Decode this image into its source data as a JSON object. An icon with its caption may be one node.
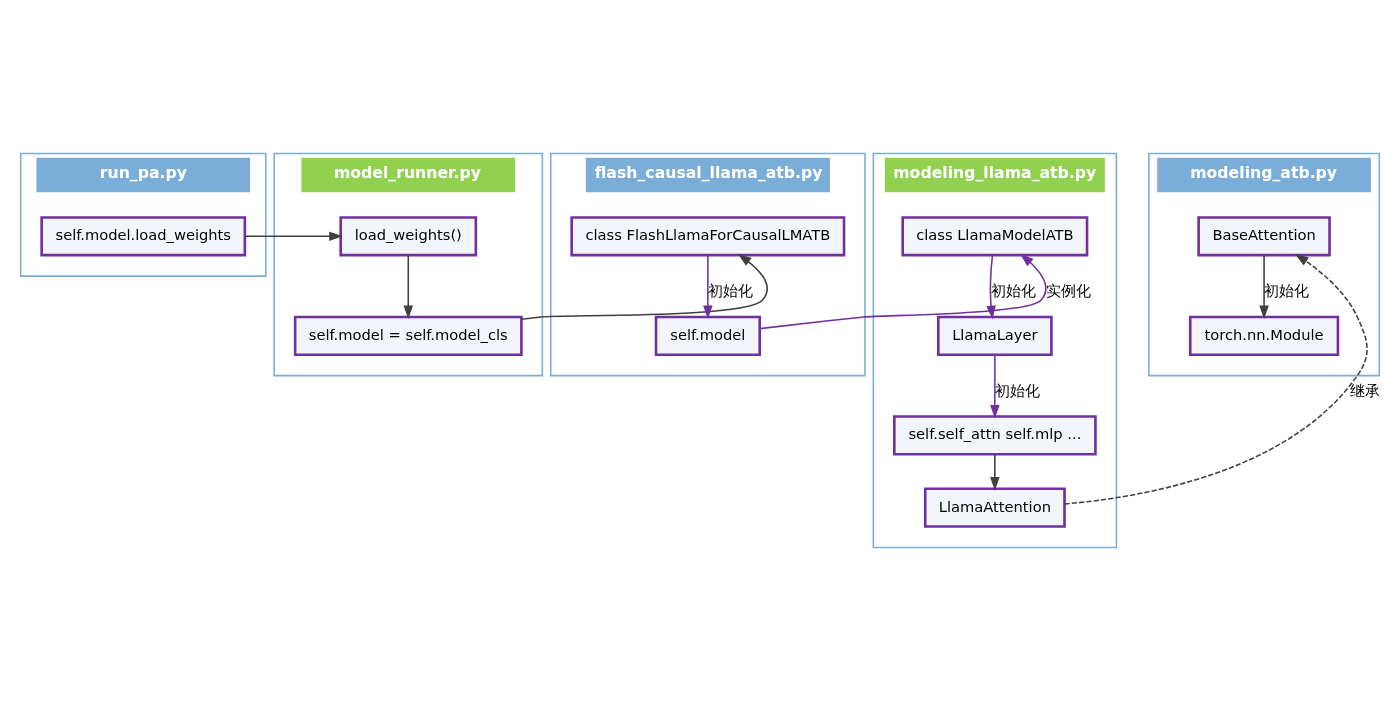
{
  "diagram": {
    "nodes": [
      {
        "text": [
          "run_pa.py"
        ]
      },
      {
        "text": [
          "self.model.load_weights"
        ],
        "in": 0
      },
      {
        "text": [
          "model_runner.py"
        ]
      },
      {
        "text": [
          "load_weights()"
        ],
        "in": 2
      },
      {
        "text": [
          "self.model = self.model_cls"
        ],
        "in": 2
      },
      {
        "text": [
          "flash_causal_llama_atb.py"
        ]
      },
      {
        "text": [
          "class FlashLlamaForCausalLMATB"
        ],
        "in": 5
      },
      {
        "text": [
          "self.model"
        ],
        "in": 5
      },
      {
        "text": [
          "modeling_llama_atb.py"
        ]
      },
      {
        "text": [
          "class LlamaModelATB"
        ],
        "in": 8
      },
      {
        "text": [
          "LlamaLayer"
        ],
        "in": 8
      },
      {
        "text": [
          "self.self_attn self.mlp ..."
        ],
        "in": 8
      },
      {
        "text": [
          "LlamaAttention"
        ],
        "in": 8
      },
      {
        "text": [
          "modeling_atb.py"
        ]
      },
      {
        "text": [
          "BaseAttention"
        ],
        "in": 13
      },
      {
        "text": [
          "torch.nn.Module"
        ],
        "in": 13
      }
    ],
    "edges": [
      {
        "from": 1,
        "to": 3,
        "arrow": "to"
      },
      {
        "from": 3,
        "to": 4,
        "arrow": "to"
      },
      {
        "from": 4,
        "to": 6,
        "arrow": "to"
      },
      {
        "from": 6,
        "to": 7,
        "arrow": "to",
        "label": "初始化",
        "color": "#7030a0"
      },
      {
        "from": 7,
        "to": 9,
        "arrow": "to",
        "label": "实例化",
        "color": "#7030a0"
      },
      {
        "from": 9,
        "to": 10,
        "arrow": "to",
        "label": "初始化",
        "color": "#7030a0"
      },
      {
        "from": 10,
        "to": 11,
        "arrow": "to",
        "label": "初始化",
        "color": "#7030a0"
      },
      {
        "from": 11,
        "to": 12,
        "arrow": "to"
      },
      {
        "from": 12,
        "to": 14,
        "arrow": "to",
        "label": "继承",
        "style": "dashed"
      },
      {
        "from": 14,
        "to": 15,
        "arrow": "to",
        "label": "初始化"
      }
    ]
  }
}
